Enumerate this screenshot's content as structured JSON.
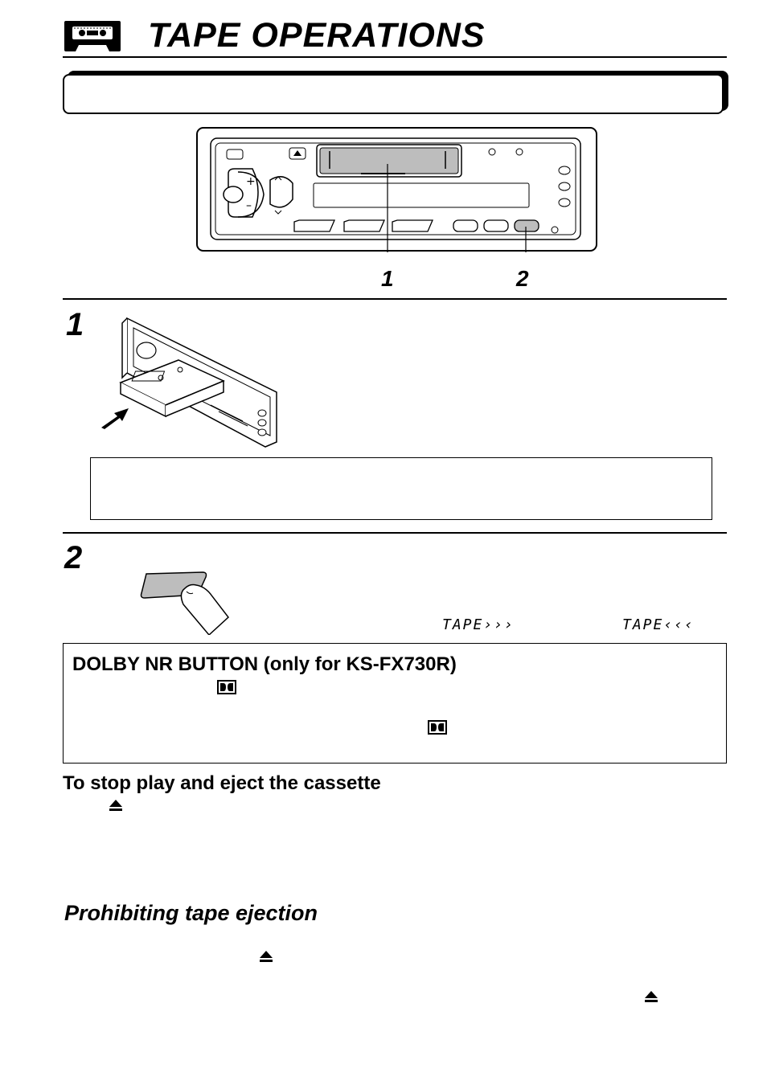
{
  "page": {
    "title": "TAPE OPERATIONS",
    "title_icon": "cassette-icon"
  },
  "figure": {
    "callouts": [
      "1",
      "2"
    ]
  },
  "steps": [
    {
      "number": "1"
    },
    {
      "number": "2"
    }
  ],
  "display": {
    "indicators": [
      "TAPE›››",
      "TAPE‹‹‹"
    ]
  },
  "dolby_box": {
    "heading": "DOLBY NR BUTTON (only for KS-FX730R)"
  },
  "sections": {
    "stop_eject": "To stop play and eject the cassette",
    "prohibit": "Prohibiting tape ejection"
  },
  "icons": {
    "eject": "eject-icon",
    "dolby": "dolby-double-d-icon",
    "arrow": "insert-arrow-icon"
  }
}
